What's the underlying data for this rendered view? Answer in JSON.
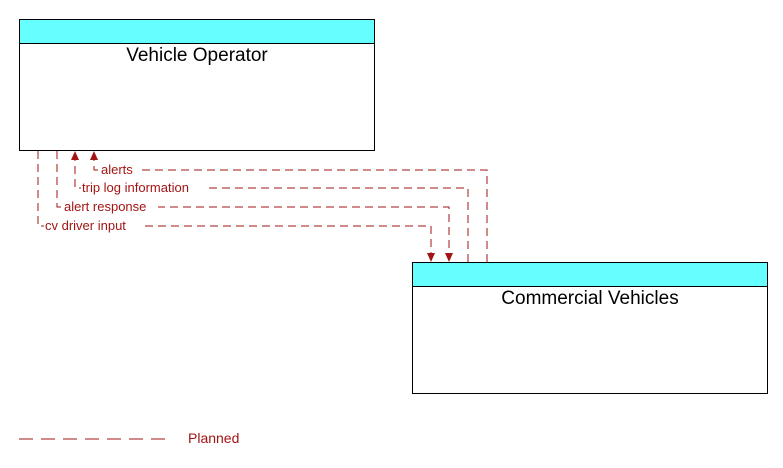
{
  "entities": {
    "vehicle_operator": "Vehicle Operator",
    "commercial_vehicles": "Commercial Vehicles"
  },
  "flows": {
    "alerts": "alerts",
    "trip_log_information": "trip log information",
    "alert_response": "alert response",
    "cv_driver_input": "cv driver input"
  },
  "legend": {
    "planned": "Planned"
  },
  "colors": {
    "header": "#66ffff",
    "flow": "#a31515"
  }
}
